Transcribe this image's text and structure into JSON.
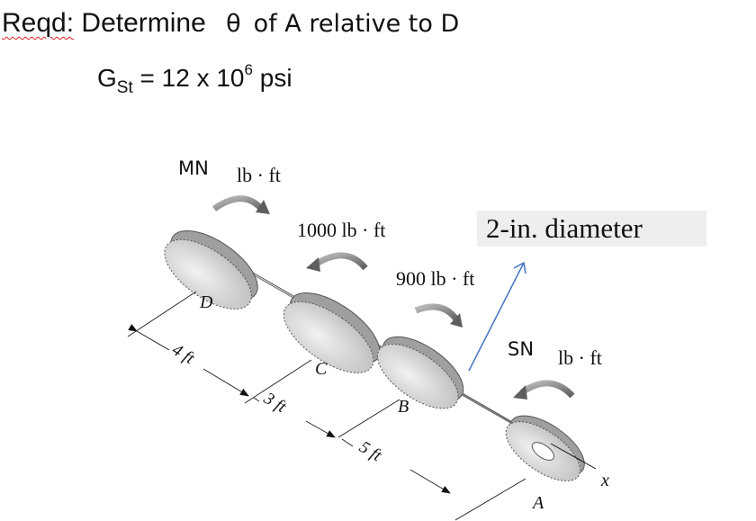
{
  "header": {
    "reqd": "Reqd:",
    "determine": "Determine",
    "theta": "θ",
    "rest": "of A relative to D",
    "g_symbol": "G",
    "g_sub": "St",
    "g_equals": "= 12 x 10",
    "g_exp": "6",
    "g_unit": "psi"
  },
  "torques": {
    "mn": "MN",
    "mn_unit": "lb · ft",
    "t1000": "1000 lb · ft",
    "t900": "900 lb · ft",
    "sn": "SN",
    "sn_unit": "lb · ft"
  },
  "diameter_label": "2-in. diameter",
  "points": {
    "d": "D",
    "c": "C",
    "b": "B",
    "a": "A",
    "x": "x"
  },
  "dimensions": {
    "dc": "4 ft",
    "cb": "3 ft",
    "ba": "5 ft"
  },
  "colors": {
    "arrow_blue": "#4472c4",
    "disk": "#dcdcdc",
    "shaft": "#c8c8c8"
  }
}
